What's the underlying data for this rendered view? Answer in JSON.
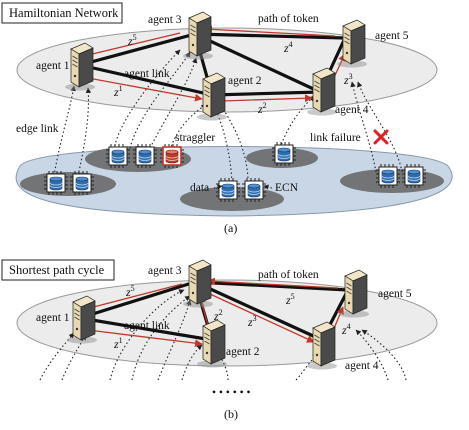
{
  "colors": {
    "token_path": "#c0392b",
    "agent_link": "#111111",
    "ellipse_fill": "#ececec",
    "edge_ellipse_fill": "#c9d6e6",
    "device_platform": "#5f5f5f",
    "database": "#2f6fb0",
    "straggler": "#c0392b",
    "failure": "#e02020"
  },
  "icons": {
    "agent": "server-tower-icon",
    "edge_device": "chip-with-database-icon",
    "failure": "red-x-icon"
  },
  "panel_a": {
    "title": "Hamiltonian Network",
    "caption": "(a)",
    "agents": [
      "agent 1",
      "agent 2",
      "agent 3",
      "agent 4",
      "agent 5"
    ],
    "labels": {
      "path_of_token": "path of token",
      "agent_link": "agent link",
      "edge_link": "edge link",
      "straggler": "straggler",
      "link_failure": "link failure",
      "data": "data",
      "ecn": "ECN"
    },
    "z": [
      "z",
      "1",
      "2",
      "3",
      "4",
      "5"
    ]
  },
  "panel_b": {
    "title": "Shortest path cycle",
    "caption": "(b)",
    "agents": [
      "agent 1",
      "agent 2",
      "agent 3",
      "agent 4",
      "agent 5"
    ],
    "labels": {
      "path_of_token": "path of token",
      "agent_link": "agent link",
      "ellipsis": "• • •    • • •"
    },
    "z": [
      "z",
      "1",
      "2",
      "3",
      "4",
      "5"
    ]
  }
}
